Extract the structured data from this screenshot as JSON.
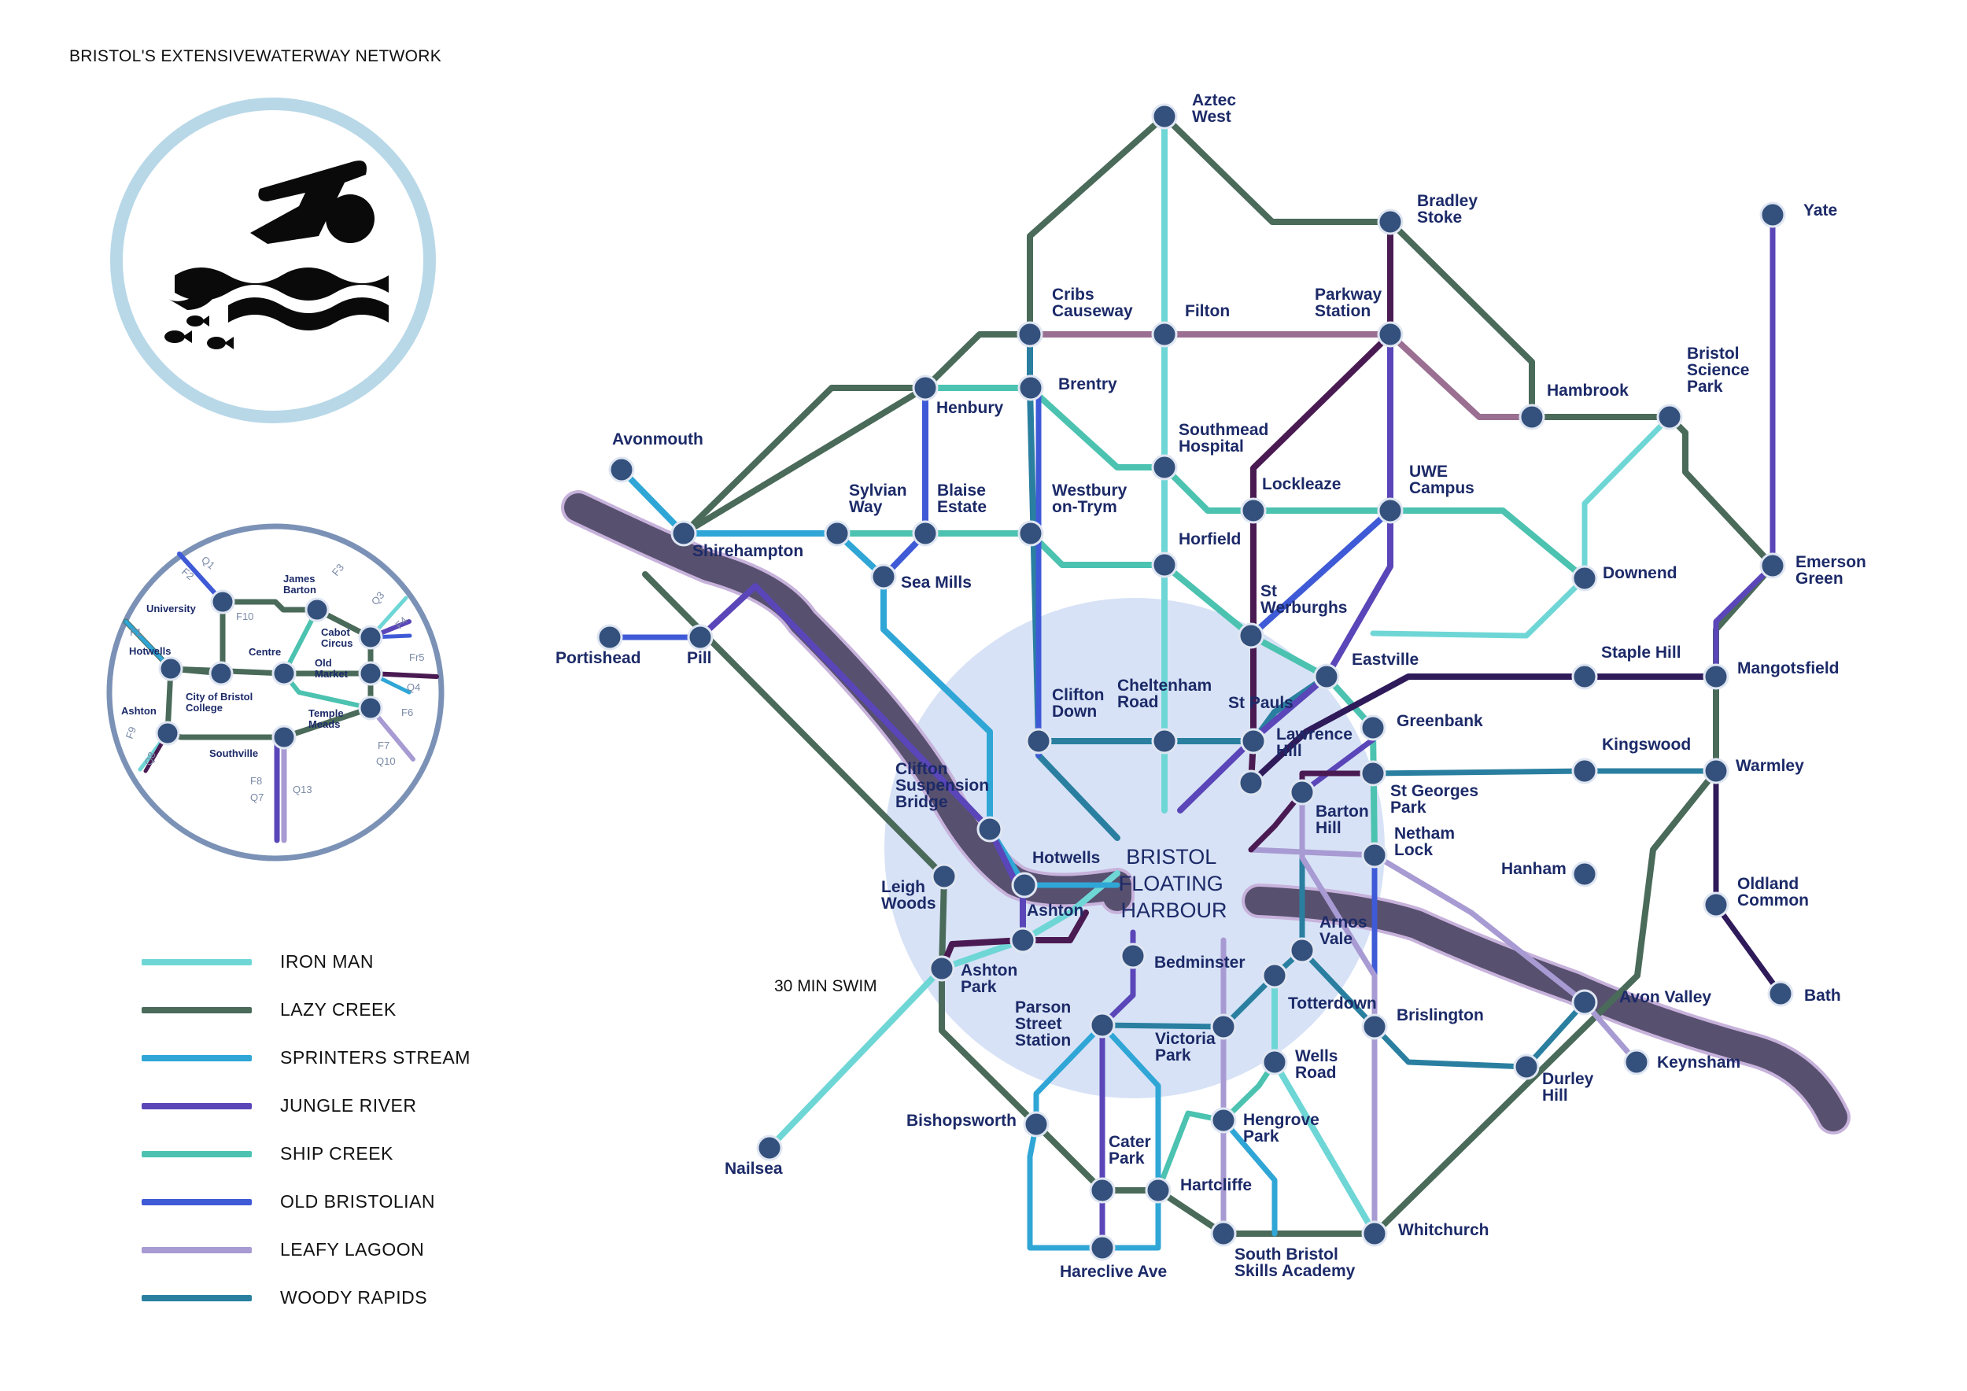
{
  "title": "BRISTOL'S EXTENSIVEWATERWAY NETWORK",
  "harbour": {
    "lines": [
      "BRISTOL",
      "FLOATING",
      "HARBOUR"
    ]
  },
  "swim_note": "30 MIN SWIM",
  "icon": "swimmer-icon",
  "colors": {
    "station_fill": "#34507c",
    "station_stroke": "#dfe6f2",
    "label": "#1c2a68",
    "harbour_zone": "#d7e2f6",
    "river": "#58506f",
    "river_edge": "#c7b2db",
    "inset_ring": "#7b92b6",
    "badge_ring": "#b8d8e8"
  },
  "legend": [
    {
      "name": "IRON MAN",
      "color": "#6fd6d6"
    },
    {
      "name": "LAZY CREEK",
      "color": "#4a6a5a"
    },
    {
      "name": "SPRINTERS STREAM",
      "color": "#2fa6d6"
    },
    {
      "name": "JUNGLE RIVER",
      "color": "#5a46b8"
    },
    {
      "name": "SHIP CREEK",
      "color": "#4cc2b0"
    },
    {
      "name": "OLD BRISTOLIAN",
      "color": "#3f5ad6"
    },
    {
      "name": "LEAFY LAGOON",
      "color": "#a89ad2"
    },
    {
      "name": "WOODY RAPIDS",
      "color": "#2a7fa0"
    }
  ],
  "stations": [
    {
      "id": "aztec",
      "label": [
        "Aztec",
        "West"
      ]
    },
    {
      "id": "bradley",
      "label": [
        "Bradley",
        "Stoke"
      ]
    },
    {
      "id": "yate",
      "label": [
        "Yate"
      ]
    },
    {
      "id": "cribs",
      "label": [
        "Cribs",
        "Causeway"
      ]
    },
    {
      "id": "filton",
      "label": [
        "Filton"
      ]
    },
    {
      "id": "parkway",
      "label": [
        "Parkway",
        "Station"
      ]
    },
    {
      "id": "brentry",
      "label": [
        "Brentry"
      ]
    },
    {
      "id": "henbury",
      "label": [
        "Henbury"
      ]
    },
    {
      "id": "hambrook",
      "label": [
        "Hambrook"
      ]
    },
    {
      "id": "bsp",
      "label": [
        "Bristol",
        "Science",
        "Park"
      ]
    },
    {
      "id": "avonmouth",
      "label": [
        "Avonmouth"
      ]
    },
    {
      "id": "southmead",
      "label": [
        "Southmead",
        "Hospital"
      ]
    },
    {
      "id": "sylvian",
      "label": [
        "Sylvian",
        "Way"
      ]
    },
    {
      "id": "blaise",
      "label": [
        "Blaise",
        "Estate"
      ]
    },
    {
      "id": "westbury",
      "label": [
        "Westbury",
        "on-Trym"
      ]
    },
    {
      "id": "lockleaze",
      "label": [
        "Lockleaze"
      ]
    },
    {
      "id": "uwe",
      "label": [
        "UWE",
        "Campus"
      ]
    },
    {
      "id": "shirehampton",
      "label": [
        "Shirehampton"
      ]
    },
    {
      "id": "horfield",
      "label": [
        "Horfield"
      ]
    },
    {
      "id": "seamills",
      "label": [
        "Sea Mills"
      ]
    },
    {
      "id": "emerson",
      "label": [
        "Emerson",
        "Green"
      ]
    },
    {
      "id": "downend",
      "label": [
        "Downend"
      ]
    },
    {
      "id": "portishead",
      "label": [
        "Portishead"
      ]
    },
    {
      "id": "pill",
      "label": [
        "Pill"
      ]
    },
    {
      "id": "stwerburghs",
      "label": [
        "St",
        "Werburghs"
      ]
    },
    {
      "id": "eastville",
      "label": [
        "Eastville"
      ]
    },
    {
      "id": "staplehill",
      "label": [
        "Staple Hill"
      ]
    },
    {
      "id": "mangotsfield",
      "label": [
        "Mangotsfield"
      ]
    },
    {
      "id": "cliftondown",
      "label": [
        "Clifton",
        "Down"
      ]
    },
    {
      "id": "cheltenham",
      "label": [
        "Cheltenham",
        "Road"
      ]
    },
    {
      "id": "stpauls",
      "label": [
        "St Pauls"
      ]
    },
    {
      "id": "greenbank",
      "label": [
        "Greenbank"
      ]
    },
    {
      "id": "lawrencehill",
      "label": [
        "Lawrence",
        "Hill"
      ]
    },
    {
      "id": "kingswood",
      "label": [
        "Kingswood"
      ]
    },
    {
      "id": "warmley",
      "label": [
        "Warmley"
      ]
    },
    {
      "id": "stgeorges",
      "label": [
        "St Georges",
        "Park"
      ]
    },
    {
      "id": "cliftonbridge",
      "label": [
        "Clifton",
        "Suspension",
        "Bridge"
      ]
    },
    {
      "id": "bartonhill",
      "label": [
        "Barton",
        "Hill"
      ]
    },
    {
      "id": "nethamlock",
      "label": [
        "Netham",
        "Lock"
      ]
    },
    {
      "id": "hotwells",
      "label": [
        "Hotwells"
      ]
    },
    {
      "id": "leighwoods",
      "label": [
        "Leigh",
        "Woods"
      ]
    },
    {
      "id": "hanham",
      "label": [
        "Hanham"
      ]
    },
    {
      "id": "ashton",
      "label": [
        "Ashton"
      ]
    },
    {
      "id": "oldland",
      "label": [
        "Oldland",
        "Common"
      ]
    },
    {
      "id": "arnosvale",
      "label": [
        "Arnos",
        "Vale"
      ]
    },
    {
      "id": "ashtonpark",
      "label": [
        "Ashton",
        "Park"
      ]
    },
    {
      "id": "bedminster",
      "label": [
        "Bedminster"
      ]
    },
    {
      "id": "bath",
      "label": [
        "Bath"
      ]
    },
    {
      "id": "avonvalley",
      "label": [
        "Avon Valley"
      ]
    },
    {
      "id": "totterdown",
      "label": [
        "Totterdown"
      ]
    },
    {
      "id": "parson",
      "label": [
        "Parson",
        "Street",
        "Station"
      ]
    },
    {
      "id": "brislington",
      "label": [
        "Brislington"
      ]
    },
    {
      "id": "victoriapark",
      "label": [
        "Victoria",
        "Park"
      ]
    },
    {
      "id": "keynsham",
      "label": [
        "Keynsham"
      ]
    },
    {
      "id": "wellsroad",
      "label": [
        "Wells",
        "Road"
      ]
    },
    {
      "id": "durleyhill",
      "label": [
        "Durley",
        "Hill"
      ]
    },
    {
      "id": "bishopsworth",
      "label": [
        "Bishopsworth"
      ]
    },
    {
      "id": "hengrove",
      "label": [
        "Hengrove",
        "Park"
      ]
    },
    {
      "id": "nailsea",
      "label": [
        "Nailsea"
      ]
    },
    {
      "id": "caterpark",
      "label": [
        "Cater",
        "Park"
      ]
    },
    {
      "id": "hartcliffe",
      "label": [
        "Hartcliffe"
      ]
    },
    {
      "id": "whitchurch",
      "label": [
        "Whitchurch"
      ]
    },
    {
      "id": "hareclive",
      "label": [
        "Hareclive Ave"
      ]
    },
    {
      "id": "sbsa",
      "label": [
        "South Bristol",
        "Skills Academy"
      ]
    }
  ],
  "inset": {
    "stations": [
      {
        "id": "university",
        "label": [
          "University"
        ]
      },
      {
        "id": "jamesbarton",
        "label": [
          "James",
          "Barton"
        ]
      },
      {
        "id": "hotwells",
        "label": [
          "Hotwells"
        ]
      },
      {
        "id": "cabot",
        "label": [
          "Cabot",
          "Circus"
        ]
      },
      {
        "id": "centre",
        "label": [
          "Centre"
        ]
      },
      {
        "id": "oldmarket",
        "label": [
          "Old",
          "Market"
        ]
      },
      {
        "id": "cityofbristol",
        "label": [
          "City of Bristol",
          "College"
        ]
      },
      {
        "id": "templemeads",
        "label": [
          "Temple",
          "Meads"
        ]
      },
      {
        "id": "ashton",
        "label": [
          "Ashton"
        ]
      },
      {
        "id": "southville",
        "label": [
          "Southville"
        ]
      }
    ],
    "codes": [
      "Q1",
      "F2",
      "F3",
      "F10",
      "Q3",
      "F4",
      "F1",
      "Fr5",
      "Q4",
      "F6",
      "F7",
      "Q10",
      "F9",
      "Q8",
      "F8",
      "Q7",
      "Q13"
    ]
  }
}
